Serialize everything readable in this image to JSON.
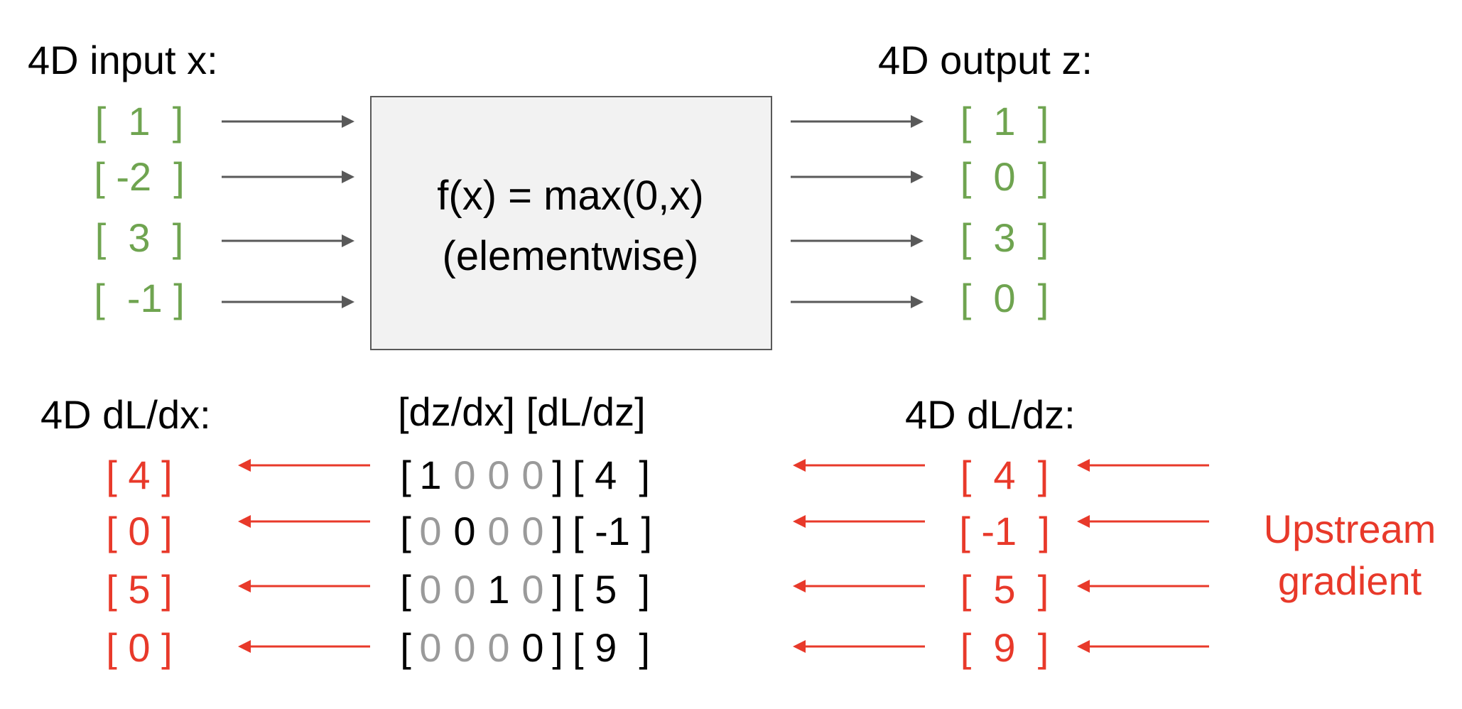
{
  "input": {
    "title": "4D input x:",
    "values": [
      "[  1  ]",
      "[ -2  ]",
      "[  3  ]",
      "[  -1 ]"
    ]
  },
  "function_box": {
    "line1": "f(x) = max(0,x)",
    "line2": "(elementwise)"
  },
  "output": {
    "title": "4D output z:",
    "values": [
      "[  1  ]",
      "[  0  ]",
      "[  3  ]",
      "[  0  ]"
    ]
  },
  "grad_x": {
    "title": "4D dL/dx:",
    "values": [
      "[ 4 ]",
      "[ 0 ]",
      "[ 5 ]",
      "[ 0 ]"
    ]
  },
  "jacobian": {
    "title": "[dz/dx] [dL/dz]",
    "open": "[",
    "close": "]",
    "rows": [
      {
        "digits": [
          "1",
          "0",
          "0",
          "0"
        ],
        "active": 0,
        "dLdz": "[ 4  ]"
      },
      {
        "digits": [
          "0",
          "0",
          "0",
          "0"
        ],
        "active": 1,
        "dLdz": "[ -1 ]"
      },
      {
        "digits": [
          "0",
          "0",
          "1",
          "0"
        ],
        "active": 2,
        "dLdz": "[ 5  ]"
      },
      {
        "digits": [
          "0",
          "0",
          "0",
          "0"
        ],
        "active": 3,
        "dLdz": "[ 9  ]"
      }
    ]
  },
  "grad_z": {
    "title": "4D dL/dz:",
    "values": [
      "[  4  ]",
      "[ -1  ]",
      "[  5  ]",
      "[  9  ]"
    ]
  },
  "upstream": {
    "line1": "Upstream",
    "line2": "gradient"
  },
  "colors": {
    "green": "#6fa450",
    "red": "#e8392a",
    "gray": "#9a9a9a",
    "arrow_dark": "#595959"
  }
}
